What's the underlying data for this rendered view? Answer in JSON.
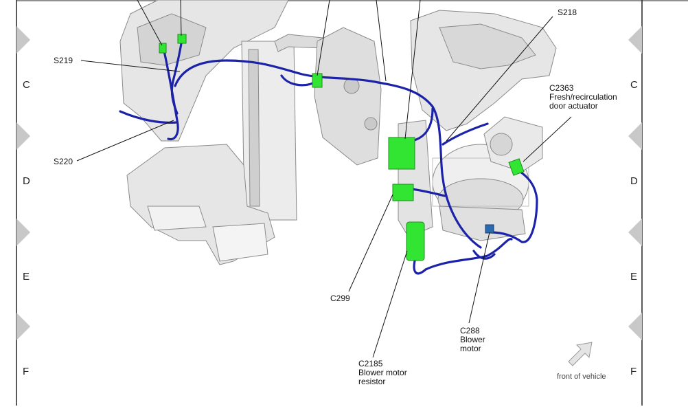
{
  "zone_labels": {
    "left": [
      "C",
      "D",
      "E",
      "F"
    ],
    "right": [
      "C",
      "D",
      "E",
      "F"
    ]
  },
  "callouts": {
    "s218": "S218",
    "s219": "S219",
    "s220": "S220",
    "c2363_id": "C2363",
    "c2363_desc1": "Fresh/recirculation",
    "c2363_desc2": "door actuator",
    "c299": "C299",
    "c288_id": "C288",
    "c288_desc1": "Blower",
    "c288_desc2": "motor",
    "c2185_id": "C2185",
    "c2185_desc1": "Blower motor",
    "c2185_desc2": "resistor"
  },
  "orientation": {
    "label": "front of vehicle",
    "icon": "arrow-up-right-icon"
  },
  "colors": {
    "harness": "#1c23a8",
    "connector": "#33e533",
    "component_fill": "#e6e6e6",
    "component_stroke": "#8a8a8a",
    "border_tab": "#c8c8c8"
  }
}
